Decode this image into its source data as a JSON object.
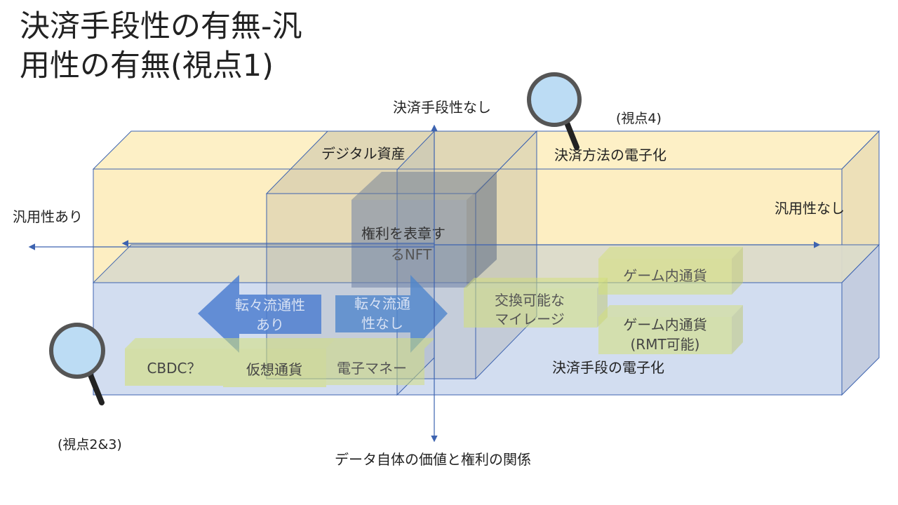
{
  "title": {
    "line1": "決済手段性の有無-汎",
    "line2": "用性の有無(視点1)"
  },
  "axes": {
    "top": "決済手段性なし",
    "bottom": "データ自体の価値と権利の関係",
    "left": "汎用性あり",
    "right": "汎用性なし"
  },
  "viewpoints": {
    "v4": "(視点4)",
    "v23": "(視点2&3)"
  },
  "regions": {
    "digital_assets": "デジタル資産",
    "payment_method": "決済方法の電子化",
    "payment_means": "決済手段の電子化"
  },
  "nft": {
    "line1": "権利を表章す",
    "line2": "るNFT"
  },
  "arrows": {
    "left": {
      "line1": "転々流通性",
      "line2": "あり"
    },
    "right": {
      "line1": "転々流通",
      "line2": "性なし"
    }
  },
  "items": {
    "cbdc": "CBDC？",
    "crypto": "仮想通貨",
    "emoney": "電子マネー",
    "mileage": {
      "line1": "交換可能な",
      "line2": "マイレージ"
    },
    "game": "ゲーム内通貨",
    "game_rmt": {
      "line1": "ゲーム内通貨",
      "line2": "(RMT可能)"
    }
  },
  "colors": {
    "yellow": "#fdf0c6",
    "blue": "#d0dcf0",
    "line": "#3d63b0",
    "item": "#d4e08c",
    "arrow": "#4f7fd0"
  }
}
